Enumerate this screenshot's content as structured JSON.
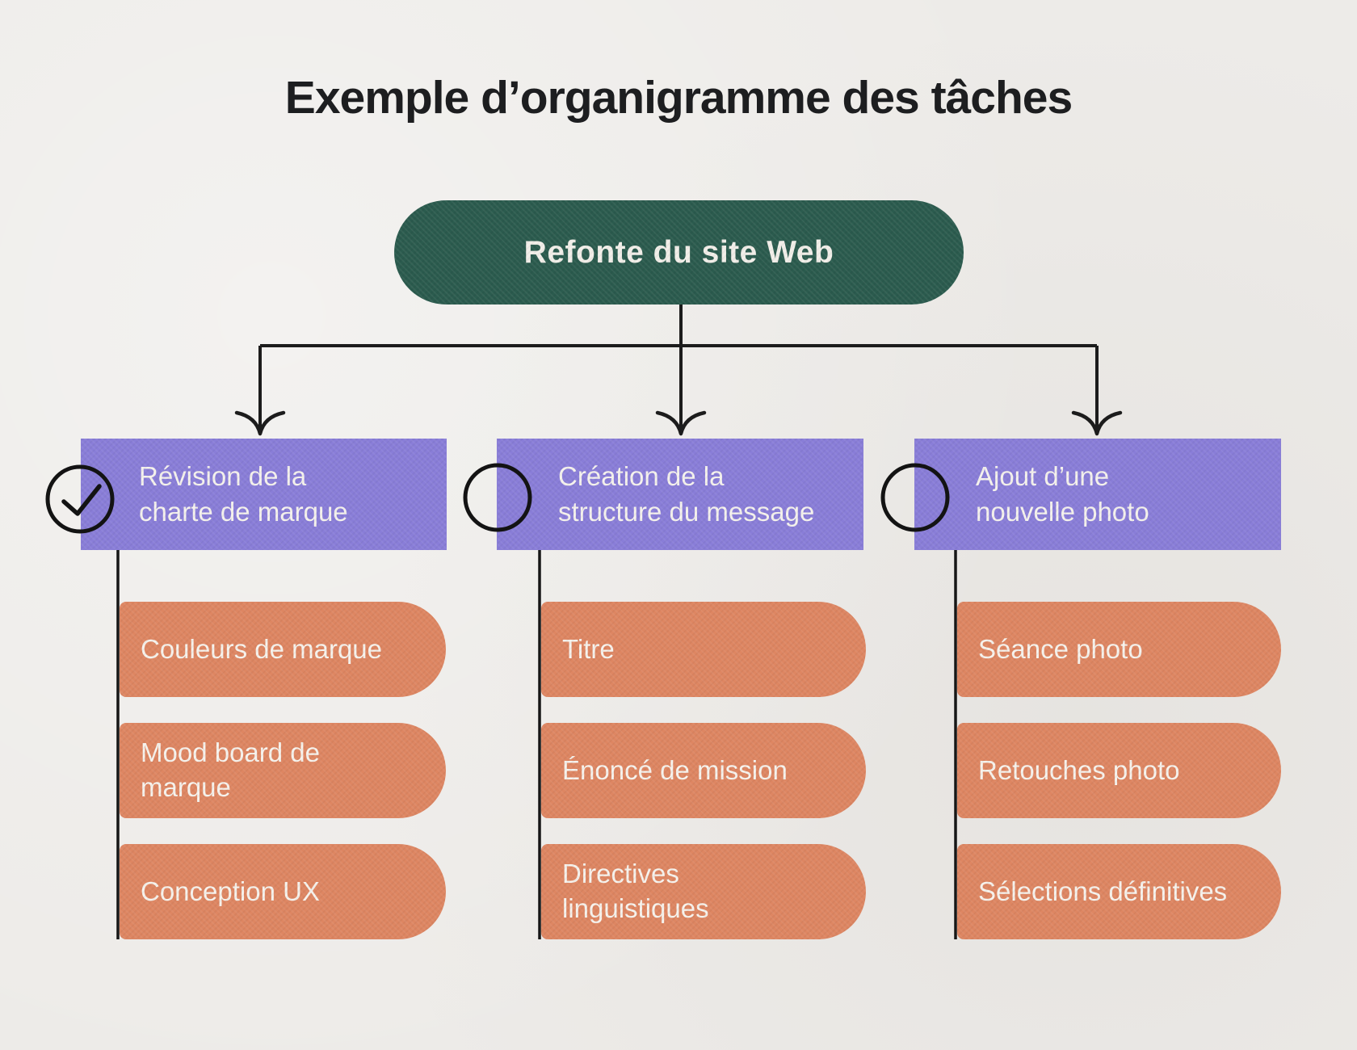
{
  "title": "Exemple d’organigramme des tâches",
  "root": {
    "label": "Refonte du site Web"
  },
  "colors": {
    "background": "#EDEBE8",
    "root_green": "#2B5B4E",
    "branch_purple": "#897DD8",
    "task_orange": "#DE8662",
    "connector_black": "#1c1c1c",
    "text_light": "#F5F2ED",
    "title_text": "#1D1E20"
  },
  "columns": [
    {
      "status_icon": "check-circle-icon",
      "checked": true,
      "title_line1": "Révision de la",
      "title_line2": "charte de marque",
      "tasks": [
        {
          "line1": "Couleurs de marque",
          "line2": ""
        },
        {
          "line1": "Mood board de",
          "line2": "marque"
        },
        {
          "line1": "Conception UX",
          "line2": ""
        }
      ]
    },
    {
      "status_icon": "empty-circle-icon",
      "checked": false,
      "title_line1": "Création de la",
      "title_line2": "structure du message",
      "tasks": [
        {
          "line1": "Titre",
          "line2": ""
        },
        {
          "line1": "Énoncé de mission",
          "line2": ""
        },
        {
          "line1": "Directives",
          "line2": "linguistiques"
        }
      ]
    },
    {
      "status_icon": "empty-circle-icon",
      "checked": false,
      "title_line1": "Ajout d’une",
      "title_line2": "nouvelle photo",
      "tasks": [
        {
          "line1": "Séance photo",
          "line2": ""
        },
        {
          "line1": "Retouches photo",
          "line2": ""
        },
        {
          "line1": "Sélections définitives",
          "line2": ""
        }
      ]
    }
  ]
}
